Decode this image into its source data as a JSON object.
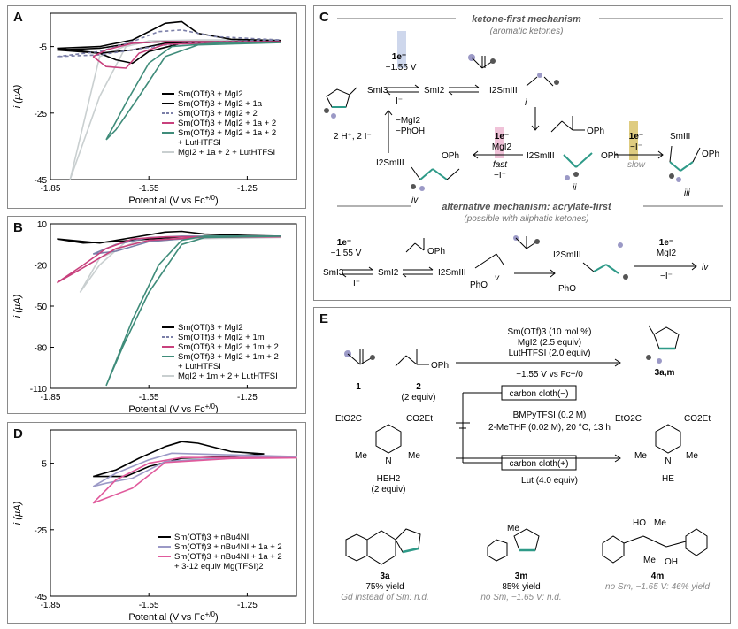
{
  "panels": {
    "a": "A",
    "b": "B",
    "c": "C",
    "d": "D",
    "e": "E"
  },
  "colors": {
    "black": "#000000",
    "gray_dash": "#7b7fa8",
    "magenta": "#c8417d",
    "teal": "#3f8c7a",
    "light": "#c9cfd0",
    "lav": "#9b99c6",
    "pink": "#e05a9c",
    "teal_atom": "#2e9a88",
    "yellow": "#d2b74a"
  },
  "cv_axis_label": "Potential (V vs Fc",
  "cv_axis_sup": "+/0",
  "cv_axis_close": ")",
  "cv_ylabel": "i (µA)",
  "xticks": [
    "-1.85",
    "-1.55",
    "-1.25"
  ],
  "chart_data": [
    {
      "type": "line",
      "panel": "A",
      "xlim": [
        -1.85,
        -1.1
      ],
      "ylim": [
        -45,
        5
      ],
      "yticks": [
        "-5",
        "-25",
        "-45"
      ],
      "xlabel": "Potential (V vs Fc+/0)",
      "ylabel": "i (µA)",
      "series": [
        {
          "name": "Sm(OTf)3 + MgI2",
          "color": "black",
          "points": [
            [
              -1.83,
              -5.5
            ],
            [
              -1.7,
              -5
            ],
            [
              -1.6,
              -3
            ],
            [
              -1.5,
              2
            ],
            [
              -1.45,
              2.5
            ],
            [
              -1.4,
              -1
            ],
            [
              -1.3,
              -2.8
            ],
            [
              -1.15,
              -3.2
            ],
            [
              -1.3,
              -3.5
            ],
            [
              -1.45,
              -4
            ],
            [
              -1.55,
              -6.5
            ],
            [
              -1.6,
              -10
            ],
            [
              -1.65,
              -9
            ],
            [
              -1.7,
              -7
            ],
            [
              -1.83,
              -5.5
            ]
          ]
        },
        {
          "name": "Sm(OTf)3 + MgI2 + 1a",
          "color": "black",
          "points": [
            [
              -1.83,
              -6
            ],
            [
              -1.7,
              -5.5
            ],
            [
              -1.6,
              -4
            ],
            [
              -1.5,
              -3.5
            ],
            [
              -1.3,
              -3.5
            ],
            [
              -1.15,
              -3.6
            ],
            [
              -1.3,
              -4
            ],
            [
              -1.5,
              -4
            ],
            [
              -1.6,
              -6
            ],
            [
              -1.7,
              -7
            ],
            [
              -1.83,
              -6
            ]
          ]
        },
        {
          "name": "Sm(OTf)3 + MgI2 + 2",
          "color": "gray_dash",
          "dash": true,
          "points": [
            [
              -1.83,
              -8
            ],
            [
              -1.7,
              -6.5
            ],
            [
              -1.6,
              -3.5
            ],
            [
              -1.52,
              -0.5
            ],
            [
              -1.45,
              0
            ],
            [
              -1.35,
              -2
            ],
            [
              -1.15,
              -3
            ],
            [
              -1.35,
              -3.5
            ],
            [
              -1.5,
              -4.5
            ],
            [
              -1.6,
              -6
            ],
            [
              -1.7,
              -7.5
            ],
            [
              -1.83,
              -8
            ]
          ]
        },
        {
          "name": "Sm(OTf)3 + MgI2 + 1a + 2",
          "color": "magenta",
          "points": [
            [
              -1.72,
              -8
            ],
            [
              -1.68,
              -6
            ],
            [
              -1.6,
              -4
            ],
            [
              -1.5,
              -3.5
            ],
            [
              -1.3,
              -3.5
            ],
            [
              -1.15,
              -3.5
            ],
            [
              -1.3,
              -3.8
            ],
            [
              -1.5,
              -4.3
            ],
            [
              -1.58,
              -7
            ],
            [
              -1.62,
              -11.5
            ],
            [
              -1.68,
              -11
            ],
            [
              -1.72,
              -8
            ]
          ]
        },
        {
          "name": "Sm(OTf)3 + MgI2 + 1a + 2 + LutHTFSI",
          "color": "teal",
          "points": [
            [
              -1.68,
              -33
            ],
            [
              -1.62,
              -22
            ],
            [
              -1.55,
              -10
            ],
            [
              -1.48,
              -5
            ],
            [
              -1.35,
              -4
            ],
            [
              -1.15,
              -3.8
            ],
            [
              -1.4,
              -4.5
            ],
            [
              -1.5,
              -8
            ],
            [
              -1.58,
              -20
            ],
            [
              -1.65,
              -30
            ],
            [
              -1.68,
              -33
            ]
          ]
        },
        {
          "name": "MgI2 + 1a + 2 + LutHTFSI",
          "color": "light",
          "points": [
            [
              -1.79,
              -45
            ],
            [
              -1.7,
              -20
            ],
            [
              -1.62,
              -5
            ],
            [
              -1.55,
              -3.3
            ],
            [
              -1.4,
              -3
            ],
            [
              -1.15,
              -3
            ],
            [
              -1.45,
              -3.3
            ],
            [
              -1.6,
              -4
            ],
            [
              -1.7,
              -8
            ],
            [
              -1.79,
              -45
            ]
          ]
        }
      ]
    },
    {
      "type": "line",
      "panel": "B",
      "xlim": [
        -1.85,
        -1.1
      ],
      "ylim": [
        -110,
        10
      ],
      "yticks": [
        "10",
        "-20",
        "-50",
        "-80",
        "-110"
      ],
      "xlabel": "Potential (V vs Fc+/0)",
      "ylabel": "i (µA)",
      "series": [
        {
          "name": "Sm(OTf)3 + MgI2",
          "color": "black",
          "points": [
            [
              -1.83,
              -1
            ],
            [
              -1.7,
              -4
            ],
            [
              -1.6,
              0
            ],
            [
              -1.5,
              4
            ],
            [
              -1.45,
              4.5
            ],
            [
              -1.38,
              2.5
            ],
            [
              -1.25,
              1.5
            ],
            [
              -1.15,
              1
            ],
            [
              -1.3,
              0.5
            ],
            [
              -1.45,
              0.5
            ],
            [
              -1.55,
              -1
            ],
            [
              -1.65,
              -3
            ],
            [
              -1.75,
              -4
            ],
            [
              -1.83,
              -1
            ]
          ]
        },
        {
          "name": "Sm(OTf)3 + MgI2 + 1m",
          "color": "gray_dash",
          "points": [
            [
              -1.72,
              -12
            ],
            [
              -1.65,
              -5
            ],
            [
              -1.55,
              0
            ],
            [
              -1.45,
              1
            ],
            [
              -1.3,
              1
            ],
            [
              -1.15,
              1
            ],
            [
              -1.4,
              0
            ],
            [
              -1.55,
              -3
            ],
            [
              -1.65,
              -10
            ],
            [
              -1.72,
              -12
            ]
          ]
        },
        {
          "name": "Sm(OTf)3 + MgI2 + 1m + 2",
          "color": "magenta",
          "points": [
            [
              -1.83,
              -33
            ],
            [
              -1.75,
              -20
            ],
            [
              -1.68,
              -8
            ],
            [
              -1.6,
              -1
            ],
            [
              -1.5,
              0.5
            ],
            [
              -1.3,
              0.5
            ],
            [
              -1.15,
              0.5
            ],
            [
              -1.4,
              0
            ],
            [
              -1.55,
              -2
            ],
            [
              -1.65,
              -8
            ],
            [
              -1.75,
              -22
            ],
            [
              -1.83,
              -33
            ]
          ]
        },
        {
          "name": "Sm(OTf)3 + MgI2 + 1m + 2 + LutHTFSI",
          "color": "teal",
          "points": [
            [
              -1.68,
              -108
            ],
            [
              -1.6,
              -60
            ],
            [
              -1.52,
              -20
            ],
            [
              -1.45,
              -2
            ],
            [
              -1.38,
              1
            ],
            [
              -1.15,
              1
            ],
            [
              -1.38,
              0
            ],
            [
              -1.45,
              -5
            ],
            [
              -1.55,
              -40
            ],
            [
              -1.63,
              -80
            ],
            [
              -1.68,
              -108
            ]
          ]
        },
        {
          "name": "MgI2 + 1m + 2 + LutHTFSI",
          "color": "light",
          "points": [
            [
              -1.76,
              -40
            ],
            [
              -1.7,
              -20
            ],
            [
              -1.62,
              -3
            ],
            [
              -1.5,
              0
            ],
            [
              -1.3,
              0
            ],
            [
              -1.15,
              0
            ],
            [
              -1.45,
              -1
            ],
            [
              -1.6,
              -4
            ],
            [
              -1.7,
              -15
            ],
            [
              -1.76,
              -40
            ]
          ]
        }
      ]
    },
    {
      "type": "line",
      "panel": "D",
      "xlim": [
        -1.85,
        -1.1
      ],
      "ylim": [
        -45,
        5
      ],
      "yticks": [
        "-5",
        "-25",
        "-45"
      ],
      "xlabel": "Potential (V vs Fc+/0)",
      "ylabel": "i (µA)",
      "series": [
        {
          "name": "Sm(OTf)3 + nBu4NI",
          "color": "black",
          "points": [
            [
              -1.72,
              -9
            ],
            [
              -1.65,
              -7
            ],
            [
              -1.58,
              -3.5
            ],
            [
              -1.5,
              0
            ],
            [
              -1.45,
              1.5
            ],
            [
              -1.4,
              1
            ],
            [
              -1.3,
              -1.5
            ],
            [
              -1.2,
              -2.2
            ],
            [
              -1.3,
              -3
            ],
            [
              -1.45,
              -3.5
            ],
            [
              -1.55,
              -6
            ],
            [
              -1.62,
              -9
            ],
            [
              -1.72,
              -9
            ]
          ]
        },
        {
          "name": "Sm(OTf)3 + nBu4NI + 1a + 2",
          "color": "lav",
          "points": [
            [
              -1.72,
              -12
            ],
            [
              -1.65,
              -8
            ],
            [
              -1.55,
              -4
            ],
            [
              -1.48,
              -2
            ],
            [
              -1.3,
              -2.5
            ],
            [
              -1.1,
              -3
            ],
            [
              -1.3,
              -3.3
            ],
            [
              -1.5,
              -4.5
            ],
            [
              -1.6,
              -9.5
            ],
            [
              -1.68,
              -11
            ],
            [
              -1.72,
              -12
            ]
          ]
        },
        {
          "name": "Sm(OTf)3 + nBu4NI + 1a + 2 + 3-12 equiv Mg(TFSI)2",
          "color": "pink",
          "points": [
            [
              -1.72,
              -17
            ],
            [
              -1.65,
              -10
            ],
            [
              -1.55,
              -5
            ],
            [
              -1.45,
              -3.3
            ],
            [
              -1.3,
              -3.3
            ],
            [
              -1.1,
              -3.4
            ],
            [
              -1.3,
              -3.6
            ],
            [
              -1.5,
              -4.8
            ],
            [
              -1.6,
              -12.5
            ],
            [
              -1.68,
              -15.5
            ],
            [
              -1.72,
              -17
            ]
          ]
        }
      ]
    }
  ],
  "legendA": [
    {
      "k": "sm_mgi2",
      "t": "Sm(OTf)3 + MgI2",
      "c": "black"
    },
    {
      "k": "sm_mgi2_1a",
      "t": "Sm(OTf)3 + MgI2 + 1a",
      "c": "black"
    },
    {
      "k": "sm_mgi2_2",
      "t": "Sm(OTf)3 + MgI2 + 2",
      "c": "gray_dash"
    },
    {
      "k": "sm_mgi2_1a_2",
      "t": "Sm(OTf)3 + MgI2 + 1a + 2",
      "c": "magenta"
    },
    {
      "k": "sm_mgi2_1a_2_lut",
      "t": "Sm(OTf)3 + MgI2 + 1a + 2",
      "t2": "+ LutHTFSI",
      "c": "teal"
    },
    {
      "k": "mgi2_1a_2_lut",
      "t": "MgI2 + 1a + 2 + LutHTFSI",
      "c": "light"
    }
  ],
  "legendB": [
    {
      "t": "Sm(OTf)3 + MgI2",
      "c": "black"
    },
    {
      "t": "Sm(OTf)3 + MgI2 + 1m",
      "c": "gray_dash"
    },
    {
      "t": "Sm(OTf)3 + MgI2 + 1m + 2",
      "c": "magenta"
    },
    {
      "t": "Sm(OTf)3 + MgI2 + 1m + 2",
      "t2": "+ LutHTFSI",
      "c": "teal"
    },
    {
      "t": "MgI2 + 1m + 2 + LutHTFSI",
      "c": "light"
    }
  ],
  "legendD": [
    {
      "t": "Sm(OTf)3 + nBu4NI",
      "c": "black"
    },
    {
      "t": "Sm(OTf)3 + nBu4NI + 1a + 2",
      "c": "lav"
    },
    {
      "t": "Sm(OTf)3 + nBu4NI + 1a + 2",
      "t2": "+ 3-12 equiv Mg(TFSI)2",
      "c": "pink"
    }
  ],
  "C": {
    "title1": "ketone-first mechanism",
    "sub1": "(aromatic ketones)",
    "title2": "alternative mechanism: acrylate-first",
    "sub2": "(possible with aliphatic ketones)",
    "e1": "1e⁻",
    "v1": "−1.55 V",
    "i1": "I⁻",
    "smi3": "SmI3",
    "smi2": "SmI2",
    "i2sm": "I2SmIII",
    "lab_i": "i",
    "lab_ii": "ii",
    "lab_iii": "iii",
    "lab_iv": "iv",
    "lab_v": "v",
    "mg1": "−MgI2",
    "ph1": "−PhOH",
    "h2i": "2 H⁺, 2 I⁻",
    "fast_e": "1e⁻",
    "fast_mg": "MgI2",
    "fast": "fast",
    "fast_i": "−I⁻",
    "slow_e": "1e⁻",
    "slow_i": "−I⁻",
    "slow": "slow",
    "oph": "OPh",
    "pho": "PhO",
    "smiii": "SmIII"
  },
  "E": {
    "cond1": "Sm(OTf)3 (10 mol %)",
    "cond2": "MgI2 (2.5 equiv)",
    "cond3": "LutHTFSI (2.0 equiv)",
    "v": "−1.55 V vs Fc+/0",
    "cc_neg": "carbon cloth(−)",
    "cc_pos": "carbon cloth(+)",
    "bmp": "BMPyTFSI (0.2 M)",
    "mthf": "2-MeTHF (0.02 M), 20 °C, 13 h",
    "lut": "Lut (4.0 equiv)",
    "lab1": "1",
    "lab2": "2",
    "eq2": "(2 equiv)",
    "lab3": "3a,m",
    "heh2": "HEH2",
    "eq_heh2": "(2 equiv)",
    "he": "HE",
    "co2et": "CO2Et",
    "eto2c": "EtO2C",
    "me": "Me",
    "nh": "N\nH",
    "n": "N",
    "oph": "OPh",
    "p1": "3a",
    "y1": "75% yield",
    "n1": "Gd instead of Sm: n.d.",
    "p2": "3m",
    "y2": "85% yield",
    "n2": "no Sm, −1.65 V: n.d.",
    "p3": "4m",
    "n3": "no Sm, −1.65 V: 46% yield",
    "ho": "HO",
    "oh": "OH"
  }
}
